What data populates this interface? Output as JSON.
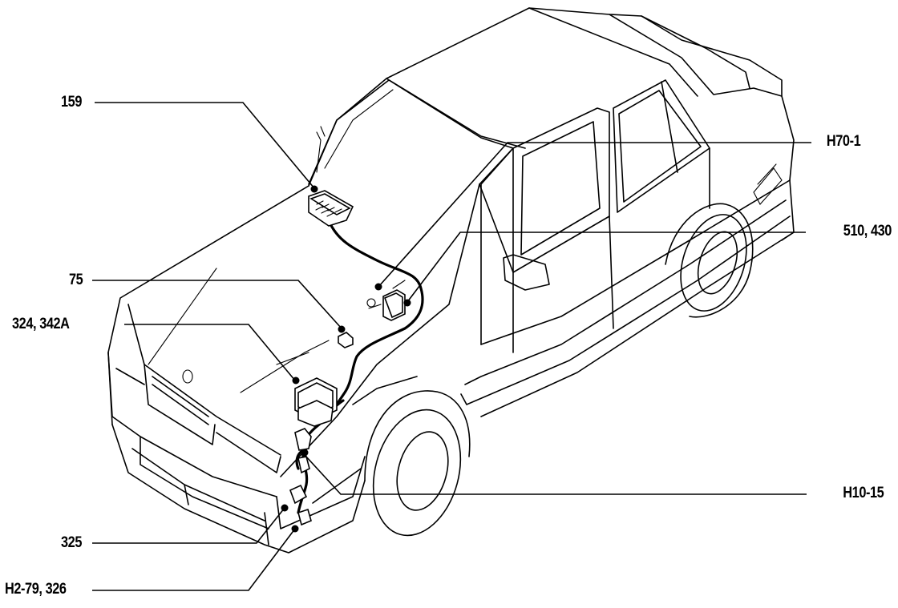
{
  "callouts": {
    "c159": "159",
    "h70_1": "H70-1",
    "c510_430": "510, 430",
    "c75": "75",
    "c324_342a": "324, 342A",
    "h10_15": "H10-15",
    "c325": "325",
    "h2_79_326": "H2-79, 326"
  }
}
